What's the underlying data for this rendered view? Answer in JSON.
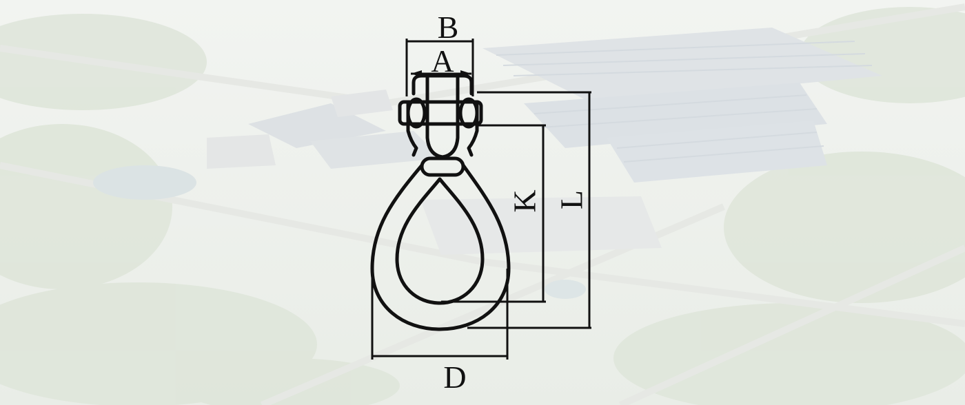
{
  "diagram": {
    "labels": {
      "A": "A",
      "B": "B",
      "K": "K",
      "L": "L",
      "D": "D"
    }
  },
  "colors": {
    "line": "#111111",
    "background": "#eef0ec"
  }
}
